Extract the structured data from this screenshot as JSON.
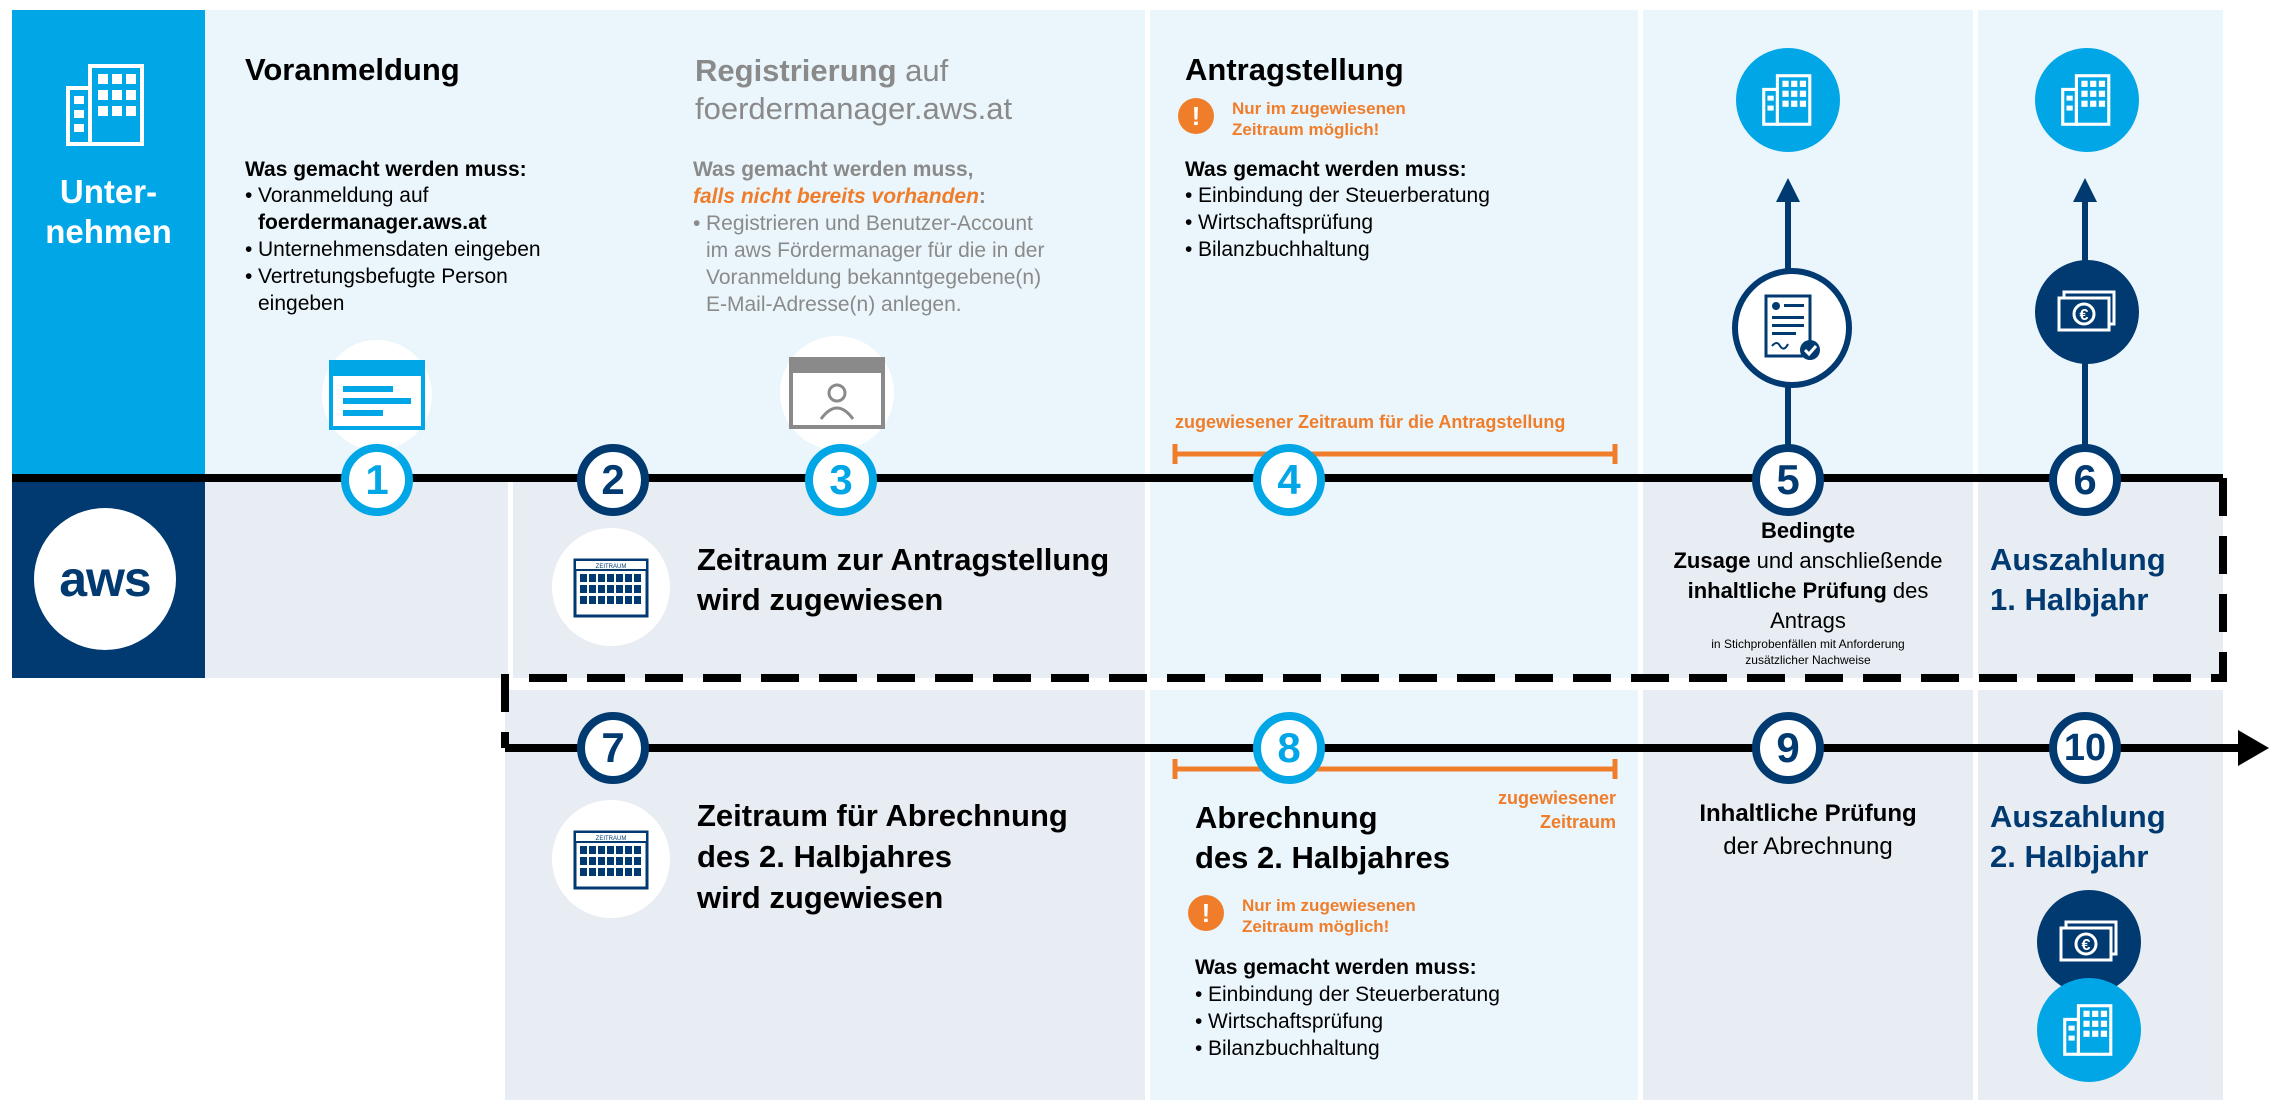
{
  "lanes": {
    "company_label": "Unter-\nnehmen",
    "aws_label": "aws"
  },
  "steps": {
    "s1": {
      "number": "1",
      "title": "Voranmeldung",
      "subhead": "Was gemacht werden muss:",
      "items": [
        "Voranmeldung auf",
        "foerdermanager.aws.at",
        "Unternehmensdaten eingeben",
        "Vertretungsbefugte Person",
        "eingeben"
      ]
    },
    "s2": {
      "number": "2"
    },
    "s3": {
      "number": "3",
      "title_bold": "Registrierung",
      "title_rest": " auf",
      "title_line2": "foerdermanager.aws.at",
      "subhead": "Was gemacht werden muss,",
      "subhead_orange": "falls nicht bereits vorhanden",
      "subhead_colon": ":",
      "text_lines": [
        "Registrieren und Benutzer-Account",
        "im aws Fördermanager für die in der",
        "Voranmeldung bekanntgegebene(n)",
        "E-Mail-Adresse(n) anlegen."
      ]
    },
    "s4": {
      "number": "4",
      "title": "Antragstellung",
      "warning_line1": "Nur im zugewiesenen",
      "warning_line2": "Zeitraum möglich!",
      "subhead": "Was gemacht werden muss:",
      "items": [
        "Einbindung der Steuerberatung",
        "Wirtschaftsprüfung",
        "Bilanzbuchhaltung"
      ],
      "period_label": "zugewiesener Zeitraum für die Antragstellung"
    },
    "s5": {
      "number": "5",
      "line1": "Bedingte",
      "line2_bold": "Zusage",
      "line2_rest": " und anschließende",
      "line3_bold": "inhaltliche Prüfung",
      "line3_rest": " des",
      "line4": "Antrags",
      "small1": "in Stichprobenfällen mit Anforderung",
      "small2": "zusätzlicher Nachweise"
    },
    "s6": {
      "number": "6",
      "line1": "Auszahlung",
      "line2": "1. Halbjahr"
    },
    "aws_step2": {
      "line1": "Zeitraum zur Antragstellung",
      "line2": "wird zugewiesen"
    },
    "s7": {
      "number": "7",
      "line1": "Zeitraum für Abrechnung",
      "line2": "des 2. Halbjahres",
      "line3": "wird zugewiesen"
    },
    "s8": {
      "number": "8",
      "period_label_line1": "zugewiesener",
      "period_label_line2": "Zeitraum",
      "line1": "Abrechnung",
      "line2": "des 2. Halbjahres",
      "warning_line1": "Nur im zugewiesenen",
      "warning_line2": "Zeitraum möglich!",
      "subhead": "Was gemacht werden muss:",
      "items": [
        "Einbindung der Steuerberatung",
        "Wirtschaftsprüfung",
        "Bilanzbuchhaltung"
      ]
    },
    "s9": {
      "number": "9",
      "line1": "Inhaltliche Prüfung",
      "line2": "der Abrechnung"
    },
    "s10": {
      "number": "10",
      "line1": "Auszahlung",
      "line2": "2. Halbjahr"
    }
  },
  "calendar_label": "ZEITRAUM",
  "colors": {
    "cyan": "#00a6e6",
    "navy": "#003a70",
    "orange": "#f07d2a",
    "light_panel": "#eaf6fc",
    "grey_panel": "#e8edf3"
  },
  "icons": [
    "building-icon",
    "browser-form-icon",
    "browser-user-icon",
    "calendar-icon",
    "document-check-icon",
    "money-icon",
    "warning-icon"
  ]
}
